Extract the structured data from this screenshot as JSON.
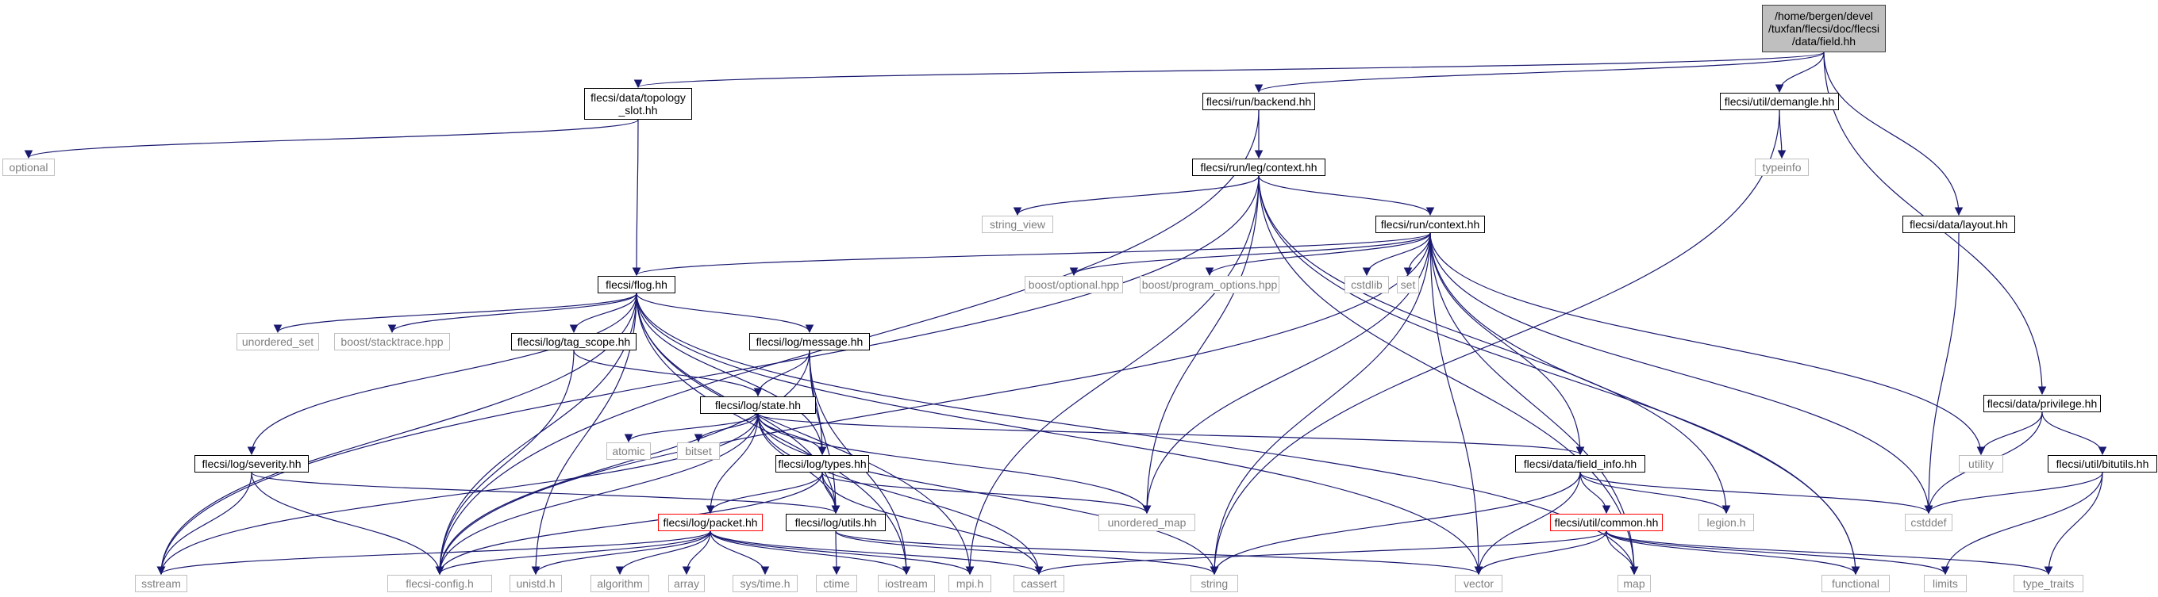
{
  "nodes": [
    {
      "id": "root",
      "label": "/home/bergen/devel\n/tuxfan/flecsi/doc/flecsi\n/data/field.hh",
      "kind": "root"
    },
    {
      "id": "topo",
      "label": "flecsi/data/topology\n_slot.hh",
      "kind": "file"
    },
    {
      "id": "backend",
      "label": "flecsi/run/backend.hh",
      "kind": "file"
    },
    {
      "id": "demangle",
      "label": "flecsi/util/demangle.hh",
      "kind": "file"
    },
    {
      "id": "layout",
      "label": "flecsi/data/layout.hh",
      "kind": "file"
    },
    {
      "id": "privilege",
      "label": "flecsi/data/privilege.hh",
      "kind": "file"
    },
    {
      "id": "optional",
      "label": "optional",
      "kind": "ext"
    },
    {
      "id": "typeinfo",
      "label": "typeinfo",
      "kind": "ext"
    },
    {
      "id": "legctx",
      "label": "flecsi/run/leg/context.hh",
      "kind": "file"
    },
    {
      "id": "string_view",
      "label": "string_view",
      "kind": "ext"
    },
    {
      "id": "runctx",
      "label": "flecsi/run/context.hh",
      "kind": "file"
    },
    {
      "id": "flog",
      "label": "flecsi/flog.hh",
      "kind": "file"
    },
    {
      "id": "boostopt",
      "label": "boost/optional.hpp",
      "kind": "ext"
    },
    {
      "id": "boostpo",
      "label": "boost/program_options.hpp",
      "kind": "ext"
    },
    {
      "id": "cstdlib",
      "label": "cstdlib",
      "kind": "ext"
    },
    {
      "id": "set",
      "label": "set",
      "kind": "ext"
    },
    {
      "id": "unordered_set",
      "label": "unordered_set",
      "kind": "ext"
    },
    {
      "id": "stacktrace",
      "label": "boost/stacktrace.hpp",
      "kind": "ext"
    },
    {
      "id": "tagscope",
      "label": "flecsi/log/tag_scope.hh",
      "kind": "file"
    },
    {
      "id": "message",
      "label": "flecsi/log/message.hh",
      "kind": "file"
    },
    {
      "id": "state",
      "label": "flecsi/log/state.hh",
      "kind": "file"
    },
    {
      "id": "atomic",
      "label": "atomic",
      "kind": "ext"
    },
    {
      "id": "bitset",
      "label": "bitset",
      "kind": "ext"
    },
    {
      "id": "severity",
      "label": "flecsi/log/severity.hh",
      "kind": "file"
    },
    {
      "id": "types",
      "label": "flecsi/log/types.hh",
      "kind": "file"
    },
    {
      "id": "packet",
      "label": "flecsi/log/packet.hh",
      "kind": "bad"
    },
    {
      "id": "utils",
      "label": "flecsi/log/utils.hh",
      "kind": "file"
    },
    {
      "id": "fieldinfo",
      "label": "flecsi/data/field_info.hh",
      "kind": "file"
    },
    {
      "id": "common",
      "label": "flecsi/util/common.hh",
      "kind": "bad"
    },
    {
      "id": "bitutils",
      "label": "flecsi/util/bitutils.hh",
      "kind": "file"
    },
    {
      "id": "utility",
      "label": "utility",
      "kind": "ext"
    },
    {
      "id": "unordered_map",
      "label": "unordered_map",
      "kind": "ext"
    },
    {
      "id": "legion",
      "label": "legion.h",
      "kind": "ext"
    },
    {
      "id": "cstddef",
      "label": "cstddef",
      "kind": "ext"
    },
    {
      "id": "sstream",
      "label": "sstream",
      "kind": "ext"
    },
    {
      "id": "config",
      "label": "flecsi-config.h",
      "kind": "ext"
    },
    {
      "id": "unistd",
      "label": "unistd.h",
      "kind": "ext"
    },
    {
      "id": "algorithm",
      "label": "algorithm",
      "kind": "ext"
    },
    {
      "id": "array",
      "label": "array",
      "kind": "ext"
    },
    {
      "id": "systime",
      "label": "sys/time.h",
      "kind": "ext"
    },
    {
      "id": "ctime",
      "label": "ctime",
      "kind": "ext"
    },
    {
      "id": "iostream",
      "label": "iostream",
      "kind": "ext"
    },
    {
      "id": "mpi",
      "label": "mpi.h",
      "kind": "ext"
    },
    {
      "id": "cassert",
      "label": "cassert",
      "kind": "ext"
    },
    {
      "id": "string",
      "label": "string",
      "kind": "ext"
    },
    {
      "id": "vector",
      "label": "vector",
      "kind": "ext"
    },
    {
      "id": "map",
      "label": "map",
      "kind": "ext"
    },
    {
      "id": "functional",
      "label": "functional",
      "kind": "ext"
    },
    {
      "id": "limits",
      "label": "limits",
      "kind": "ext"
    },
    {
      "id": "type_traits",
      "label": "type_traits",
      "kind": "ext"
    }
  ],
  "edges": [
    [
      "root",
      "topo"
    ],
    [
      "root",
      "backend"
    ],
    [
      "root",
      "demangle"
    ],
    [
      "root",
      "layout"
    ],
    [
      "root",
      "privilege"
    ],
    [
      "topo",
      "optional"
    ],
    [
      "topo",
      "flog"
    ],
    [
      "backend",
      "legctx"
    ],
    [
      "backend",
      "config"
    ],
    [
      "demangle",
      "typeinfo"
    ],
    [
      "demangle",
      "string"
    ],
    [
      "layout",
      "cstddef"
    ],
    [
      "privilege",
      "utility"
    ],
    [
      "privilege",
      "cstddef"
    ],
    [
      "privilege",
      "bitutils"
    ],
    [
      "bitutils",
      "cstddef"
    ],
    [
      "bitutils",
      "limits"
    ],
    [
      "bitutils",
      "type_traits"
    ],
    [
      "legctx",
      "string_view"
    ],
    [
      "legctx",
      "runctx"
    ],
    [
      "legctx",
      "sstream"
    ],
    [
      "legctx",
      "unordered_map"
    ],
    [
      "legctx",
      "mpi"
    ],
    [
      "legctx",
      "legion"
    ],
    [
      "legctx",
      "map"
    ],
    [
      "legctx",
      "functional"
    ],
    [
      "runctx",
      "flog"
    ],
    [
      "runctx",
      "boostopt"
    ],
    [
      "runctx",
      "boostpo"
    ],
    [
      "runctx",
      "cstdlib"
    ],
    [
      "runctx",
      "set"
    ],
    [
      "runctx",
      "config"
    ],
    [
      "runctx",
      "fieldinfo"
    ],
    [
      "runctx",
      "utility"
    ],
    [
      "runctx",
      "cstddef"
    ],
    [
      "runctx",
      "string"
    ],
    [
      "runctx",
      "vector"
    ],
    [
      "runctx",
      "map"
    ],
    [
      "runctx",
      "functional"
    ],
    [
      "runctx",
      "unordered_map"
    ],
    [
      "flog",
      "unordered_set"
    ],
    [
      "flog",
      "stacktrace"
    ],
    [
      "flog",
      "tagscope"
    ],
    [
      "flog",
      "message"
    ],
    [
      "flog",
      "severity"
    ],
    [
      "flog",
      "sstream"
    ],
    [
      "flog",
      "config"
    ],
    [
      "flog",
      "unistd"
    ],
    [
      "flog",
      "utils"
    ],
    [
      "flog",
      "iostream"
    ],
    [
      "flog",
      "mpi"
    ],
    [
      "flog",
      "vector"
    ],
    [
      "flog",
      "map"
    ],
    [
      "flog",
      "types"
    ],
    [
      "tagscope",
      "state"
    ],
    [
      "tagscope",
      "config"
    ],
    [
      "message",
      "state"
    ],
    [
      "message",
      "types"
    ],
    [
      "message",
      "utils"
    ],
    [
      "message",
      "iostream"
    ],
    [
      "message",
      "config"
    ],
    [
      "state",
      "atomic"
    ],
    [
      "state",
      "bitset"
    ],
    [
      "state",
      "types"
    ],
    [
      "state",
      "packet"
    ],
    [
      "state",
      "utils"
    ],
    [
      "state",
      "sstream"
    ],
    [
      "state",
      "config"
    ],
    [
      "state",
      "cassert"
    ],
    [
      "state",
      "fieldinfo"
    ],
    [
      "state",
      "unordered_map"
    ],
    [
      "state",
      "string"
    ],
    [
      "severity",
      "config"
    ],
    [
      "severity",
      "sstream"
    ],
    [
      "severity",
      "utils"
    ],
    [
      "types",
      "packet"
    ],
    [
      "types",
      "utils"
    ],
    [
      "types",
      "config"
    ],
    [
      "types",
      "cassert"
    ],
    [
      "types",
      "unordered_map"
    ],
    [
      "packet",
      "config"
    ],
    [
      "packet",
      "sstream"
    ],
    [
      "packet",
      "unistd"
    ],
    [
      "packet",
      "algorithm"
    ],
    [
      "packet",
      "array"
    ],
    [
      "packet",
      "systime"
    ],
    [
      "packet",
      "iostream"
    ],
    [
      "packet",
      "mpi"
    ],
    [
      "packet",
      "cassert"
    ],
    [
      "utils",
      "ctime"
    ],
    [
      "utils",
      "string"
    ],
    [
      "utils",
      "vector"
    ],
    [
      "fieldinfo",
      "common"
    ],
    [
      "fieldinfo",
      "legion"
    ],
    [
      "fieldinfo",
      "cstddef"
    ],
    [
      "fieldinfo",
      "string"
    ],
    [
      "fieldinfo",
      "vector"
    ],
    [
      "common",
      "cassert"
    ],
    [
      "common",
      "vector"
    ],
    [
      "common",
      "map"
    ],
    [
      "common",
      "functional"
    ],
    [
      "common",
      "limits"
    ],
    [
      "common",
      "type_traits"
    ]
  ]
}
